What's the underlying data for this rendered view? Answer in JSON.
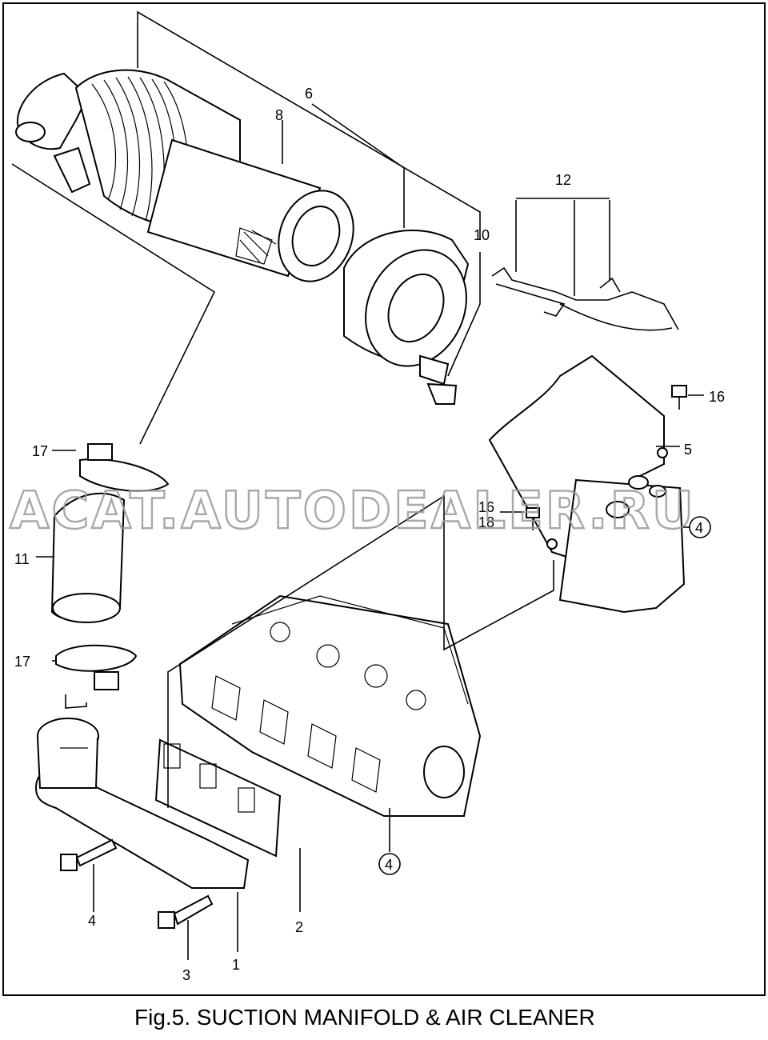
{
  "caption": "Fig.5.  SUCTION MANIFOLD & AIR CLEANER",
  "watermark": "ACAT.AUTODEALER.RU",
  "callouts": {
    "c1": "1",
    "c2": "2",
    "c3": "3",
    "c4a": "4",
    "c4b": "4",
    "c4c": "4",
    "c5": "5",
    "c6": "6",
    "c8": "8",
    "c10": "10",
    "c11": "11",
    "c12": "12",
    "c16a": "16",
    "c16b": "16",
    "c17a": "17",
    "c17b": "17",
    "c18": "18"
  }
}
